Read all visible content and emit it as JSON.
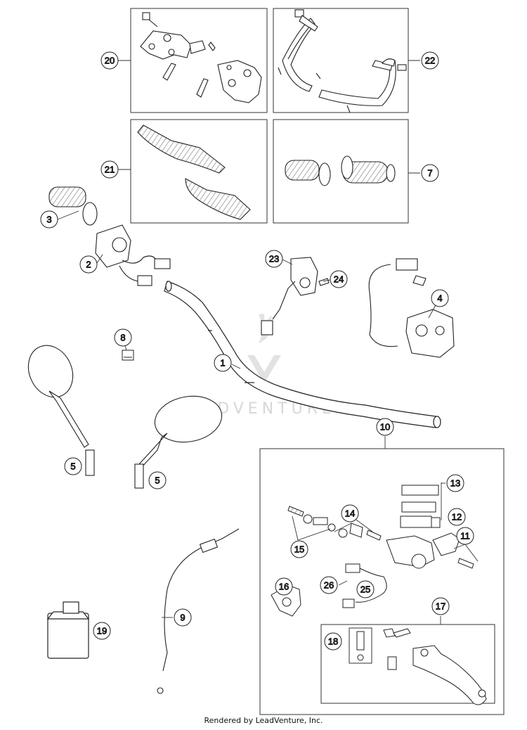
{
  "callouts": [
    {
      "id": "c20",
      "label": "20",
      "part": "bracket-set"
    },
    {
      "id": "c22",
      "label": "22",
      "part": "hand-guard-set"
    },
    {
      "id": "c21",
      "label": "21",
      "part": "hand-guard-shells"
    },
    {
      "id": "c7",
      "label": "7",
      "part": "grip-set"
    },
    {
      "id": "c3",
      "label": "3",
      "part": "throttle-grip"
    },
    {
      "id": "c2",
      "label": "2",
      "part": "throttle-housing"
    },
    {
      "id": "c23",
      "label": "23",
      "part": "switch-clamp"
    },
    {
      "id": "c24",
      "label": "24",
      "part": "screw"
    },
    {
      "id": "c4",
      "label": "4",
      "part": "left-switch"
    },
    {
      "id": "c8",
      "label": "8",
      "part": "cable-clip"
    },
    {
      "id": "c1",
      "label": "1",
      "part": "handlebar"
    },
    {
      "id": "c5a",
      "label": "5",
      "part": "left-mirror"
    },
    {
      "id": "c5b",
      "label": "5",
      "part": "right-mirror"
    },
    {
      "id": "c10",
      "label": "10",
      "part": "clutch-master-cylinder-assembly"
    },
    {
      "id": "c13",
      "label": "13",
      "part": "reservoir-cover"
    },
    {
      "id": "c12",
      "label": "12",
      "part": "bushing"
    },
    {
      "id": "c14",
      "label": "14",
      "part": "piston-kit"
    },
    {
      "id": "c11",
      "label": "11",
      "part": "pin-set"
    },
    {
      "id": "c15",
      "label": "15",
      "part": "adjuster"
    },
    {
      "id": "c26",
      "label": "26",
      "part": "screw-small"
    },
    {
      "id": "c25",
      "label": "25",
      "part": "clutch-switch"
    },
    {
      "id": "c16",
      "label": "16",
      "part": "clamp"
    },
    {
      "id": "c17",
      "label": "17",
      "part": "clutch-lever"
    },
    {
      "id": "c18",
      "label": "18",
      "part": "lever-pin-kit"
    },
    {
      "id": "c9",
      "label": "9",
      "part": "throttle-cable"
    },
    {
      "id": "c19",
      "label": "19",
      "part": "hydraulic-oil"
    }
  ],
  "watermark": "LEADVENTURE",
  "footer": "Rendered by LeadVenture, Inc."
}
